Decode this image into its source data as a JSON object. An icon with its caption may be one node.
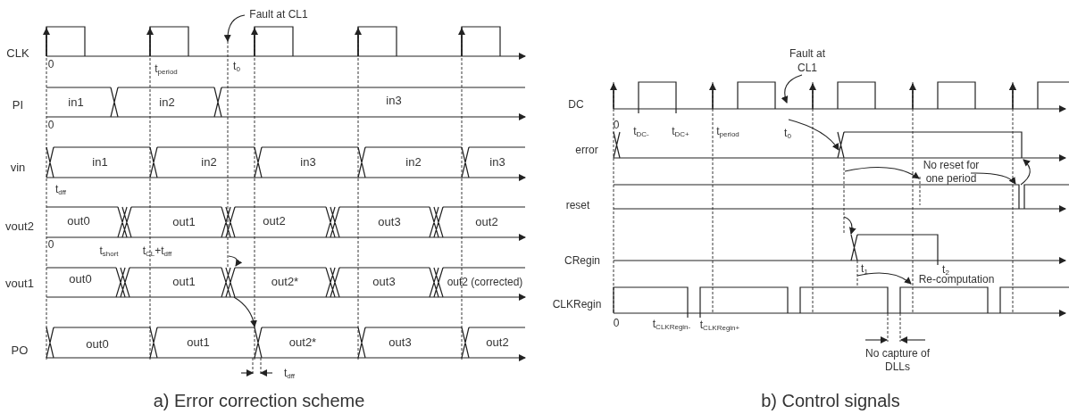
{
  "diagram": {
    "nodes": [
      {
        "text": [
          "Fault at CL1"
        ]
      },
      {
        "text": [
          "Fault at CL1"
        ]
      }
    ],
    "edges": [
      {
        "from": 0,
        "to": null,
        "arrow": "to"
      },
      {
        "from": 1,
        "to": null,
        "arrow": "to"
      }
    ],
    "labels": [
      "CLK",
      "0",
      "t$_{period}$",
      "t$_{0}$",
      "PI",
      "in1",
      "in2",
      "in3",
      "0",
      "vin",
      "in1",
      "in2",
      "in3",
      "in2",
      "in3",
      "t$_{dff}$",
      "vout2",
      "out0",
      "out1",
      "out2",
      "out3",
      "out2",
      "0",
      "t$_{short}$",
      "t$_{CL}$+t$_{dff}$",
      "vout1",
      "out0",
      "out1",
      "out2*",
      "out3",
      "out2 (corrected)",
      "PO",
      "out0",
      "out1",
      "out2*",
      "out3",
      "out2",
      "t$_{dff}$",
      "a) Error correction scheme",
      "DC",
      "0",
      "t$_{DC-}$",
      "t$_{DC+}$",
      "t$_{period}$",
      "t$_{0}$",
      "error",
      "No reset for one period",
      "reset",
      "CRegin",
      "t$_{1}$",
      "t$_{2}$",
      "Re-computation",
      "CLKRegin",
      "0",
      "t$_{CLKRegin-}$",
      "t$_{CLKRegin+}$",
      "No capture of DLLs",
      "b) Control signals"
    ]
  }
}
